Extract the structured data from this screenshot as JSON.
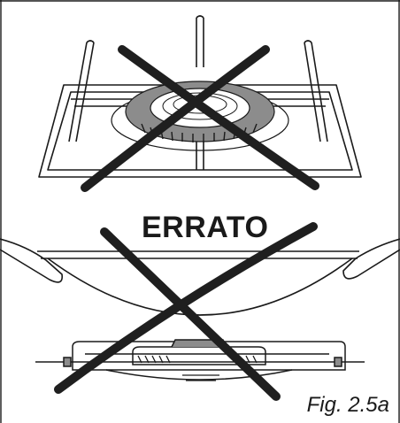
{
  "diagram": {
    "label": "ERRATO",
    "caption": "Fig. 2.5a"
  },
  "colors": {
    "line": "#1a1a1a",
    "cross": "#1f1f1f",
    "burner_ring": "#8c8c8c",
    "background": "#ffffff"
  },
  "icons": [
    "cross-mark",
    "cross-mark"
  ]
}
